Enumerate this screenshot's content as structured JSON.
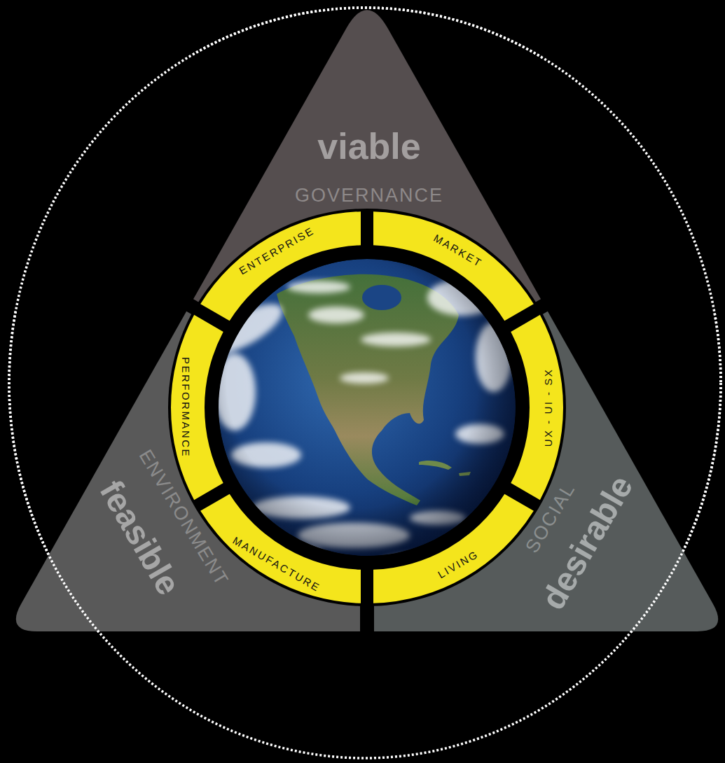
{
  "diagram": {
    "nodes": [
      {
        "text": [
          "viable",
          "GOVERNANCE"
        ]
      },
      {
        "text": [
          "ENTERPRISE"
        ]
      },
      {
        "text": [
          "MARKET"
        ]
      },
      {
        "text": [
          "PERFORMANCE"
        ]
      },
      {
        "text": [
          "UX - UI - SX"
        ]
      },
      {
        "text": [
          "MANUFACTURE"
        ]
      },
      {
        "text": [
          "LIVING"
        ]
      },
      {
        "text": [
          "feasible",
          "ENVIRONMENT"
        ]
      },
      {
        "text": [
          "desirable",
          "SOCIAL"
        ]
      }
    ]
  }
}
